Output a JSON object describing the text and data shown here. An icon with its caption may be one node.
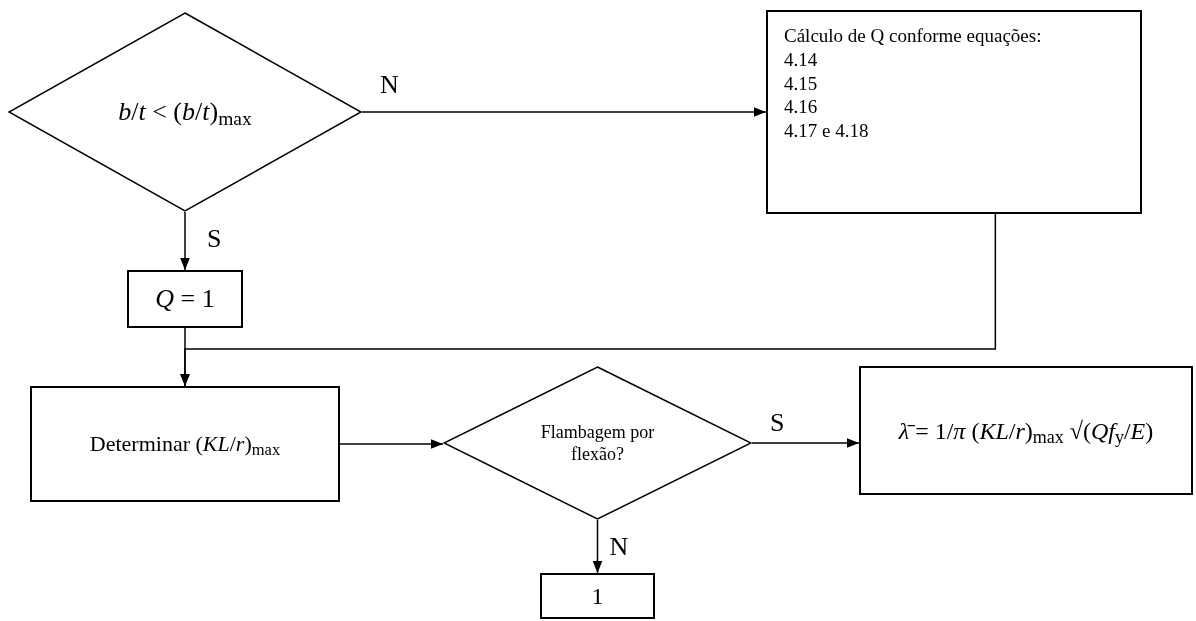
{
  "diagram": {
    "nodes": [
      {
        "text": [
          "*b*/*t* < (*b*/*t*)$_{max}$"
        ]
      },
      {
        "text": [
          "Cálculo de Q conforme equações:",
          "4.14",
          "4.15",
          "4.16",
          "4.17 e 4.18"
        ]
      },
      {
        "text": [
          "*Q* = 1"
        ]
      },
      {
        "text": [
          "Determinar (*KL*/*r*)$_{max}$"
        ]
      },
      {
        "text": [
          "Flambagem por flexão?"
        ]
      },
      {
        "text": [
          "*λ̄* = 1/*π* (*KL*/*r*)$_{max}$ √(*Qf*$_{y}$/*E*)"
        ]
      },
      {
        "text": [
          "1"
        ]
      }
    ],
    "edges": [
      {
        "from": 0,
        "to": 1,
        "arrow": "to",
        "label": "N"
      },
      {
        "from": 0,
        "to": 2,
        "arrow": "to",
        "label": "S"
      },
      {
        "from": 2,
        "to": 3,
        "arrow": "to"
      },
      {
        "from": 1,
        "to": 3,
        "arrow": "to"
      },
      {
        "from": 3,
        "to": 4,
        "arrow": "to"
      },
      {
        "from": 4,
        "to": 5,
        "arrow": "to",
        "label": "S"
      },
      {
        "from": 4,
        "to": 6,
        "arrow": "to",
        "label": "N"
      }
    ]
  }
}
